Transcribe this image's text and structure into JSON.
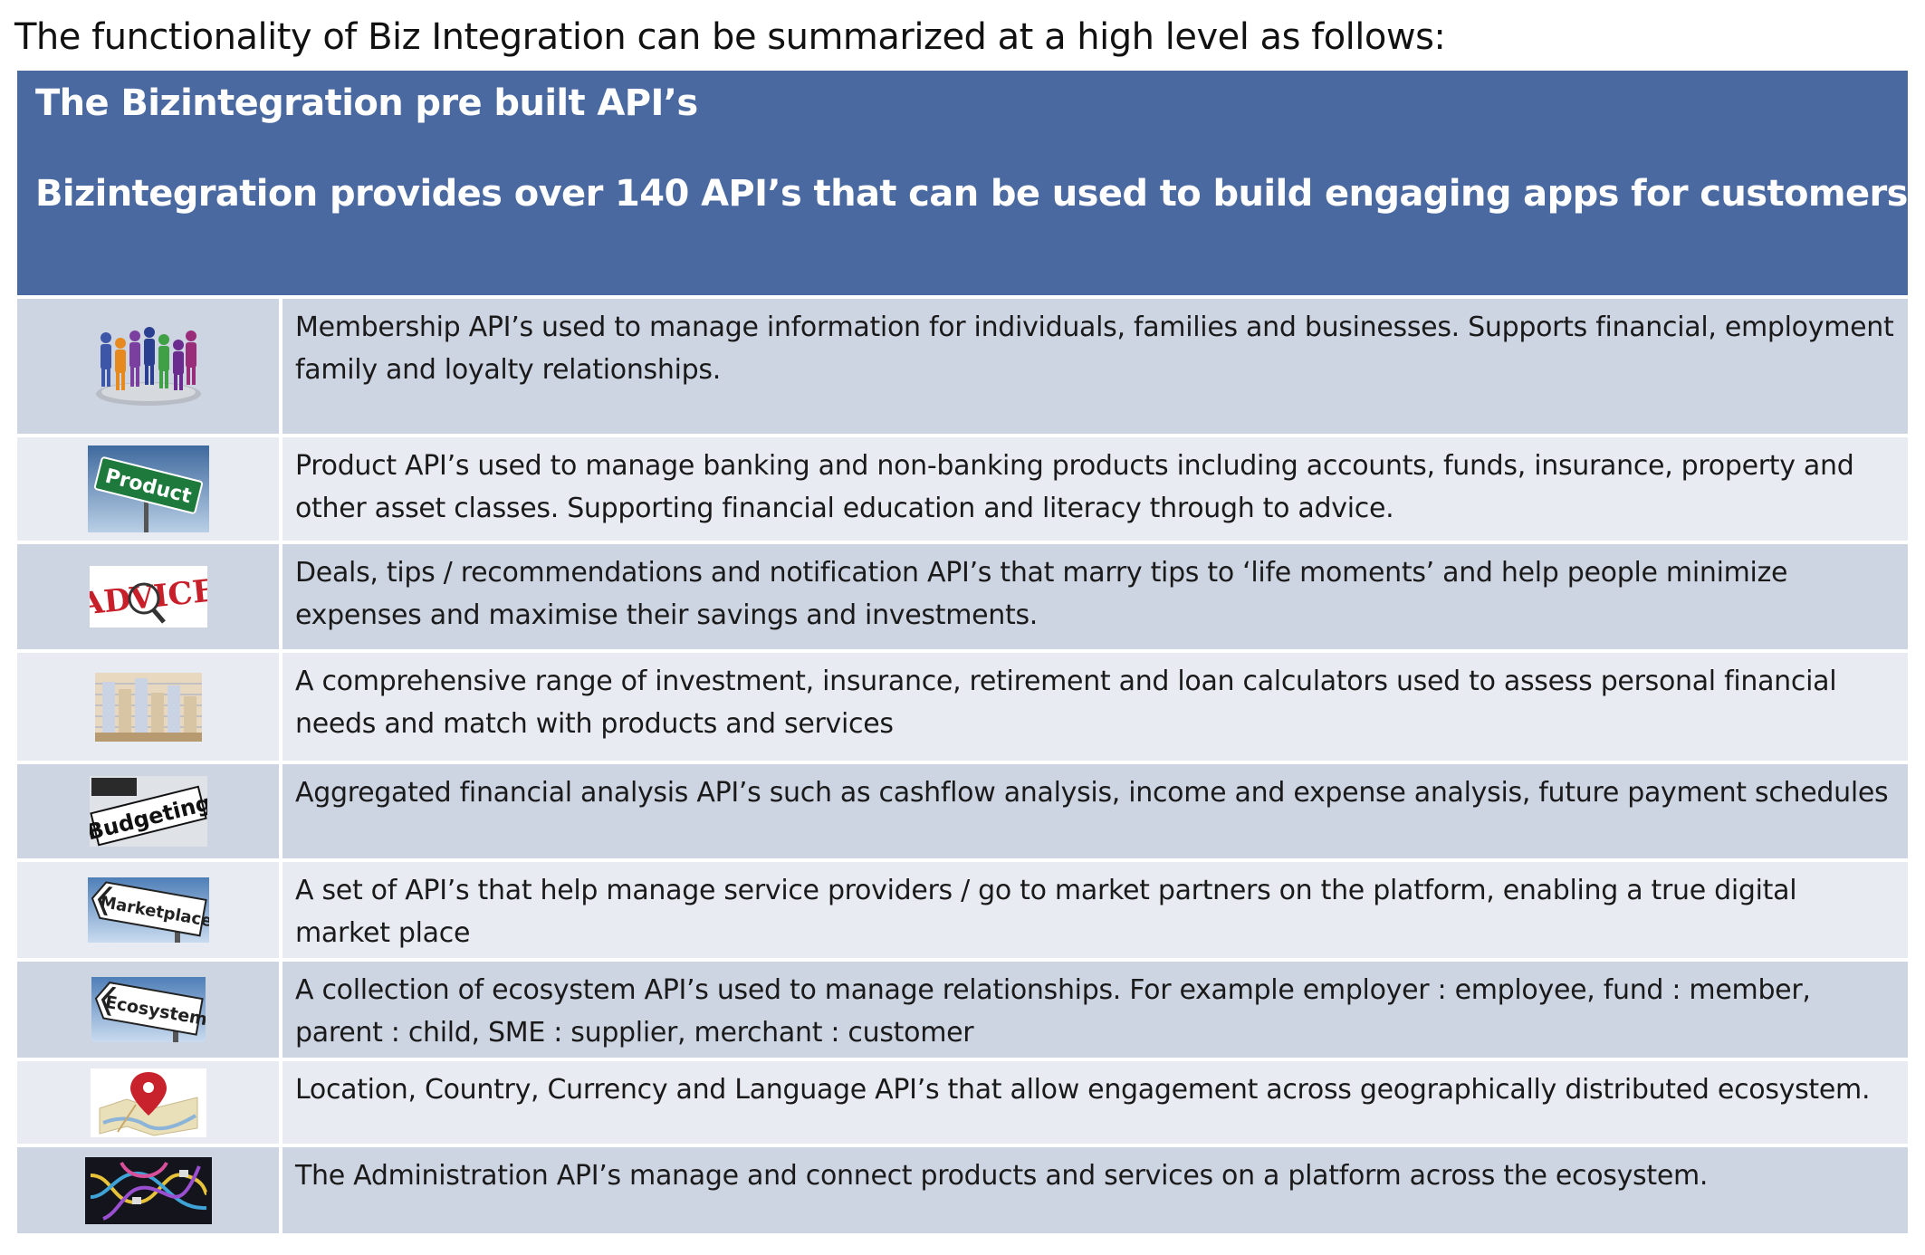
{
  "intro": "The functionality of Biz Integration can be summarized at a high level as follows:",
  "header": {
    "title": "The Bizintegration pre built API’s",
    "subtitle": "Bizintegration provides over 140 API’s that can be used to build engaging apps for customers"
  },
  "colors": {
    "header_bg": "#4a69a1",
    "row_dark": "#cdd4e2",
    "row_light": "#e8ebf2"
  },
  "rows": [
    {
      "icon": "people-group-icon",
      "text": "Membership API’s used to manage information for individuals, families and businesses. Supports financial, employment family and loyalty relationships."
    },
    {
      "icon": "product-sign-icon",
      "icon_label": "Product",
      "text": "Product API’s used to manage banking and non-banking products including accounts, funds, insurance, property and other asset classes. Supporting financial education and literacy through to advice."
    },
    {
      "icon": "advice-icon",
      "icon_label": "ADVICE",
      "text": "Deals, tips / recommendations and notification API’s that marry tips to ‘life moments’ and help people minimize expenses and maximise their savings and investments."
    },
    {
      "icon": "calculator-chart-icon",
      "text": "A comprehensive range of investment, insurance, retirement and loan calculators used to assess personal financial needs and match with products and services"
    },
    {
      "icon": "budgeting-icon",
      "icon_label": "Budgeting",
      "text": "Aggregated financial analysis API’s such as cashflow analysis, income and expense analysis, future payment schedules"
    },
    {
      "icon": "marketplace-sign-icon",
      "icon_label": "Marketplace",
      "text": "A set of API’s that help manage service providers / go to market partners on the platform, enabling a true digital market place"
    },
    {
      "icon": "ecosystem-sign-icon",
      "icon_label": "Ecosystem",
      "text": "A collection of ecosystem API’s used to manage relationships. For example employer : employee, fund : member, parent : child, SME : supplier, merchant : customer"
    },
    {
      "icon": "map-pin-icon",
      "text": "Location, Country, Currency and Language API’s that allow engagement across geographically distributed ecosystem."
    },
    {
      "icon": "network-cables-icon",
      "text": "The Administration API’s manage and connect products and services on a platform across the ecosystem."
    }
  ]
}
